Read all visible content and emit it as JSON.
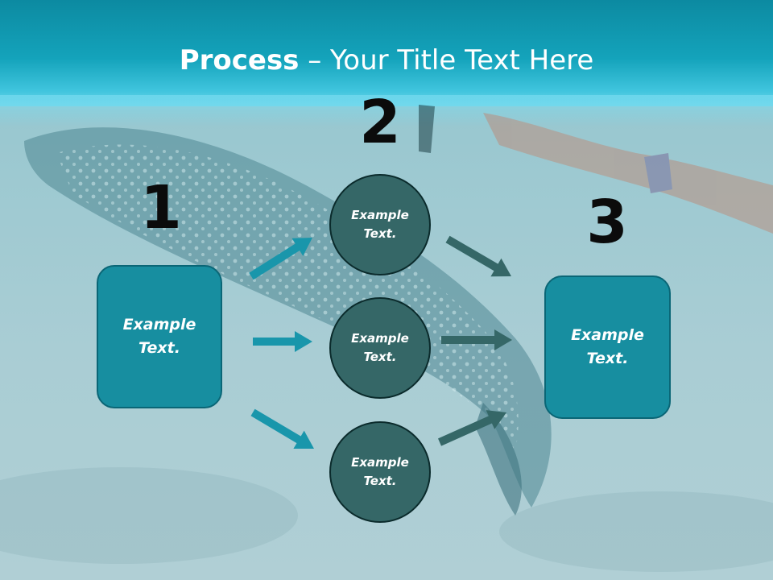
{
  "slide": {
    "title_bold": "Process",
    "title_rest": " – Your Title Text Here"
  },
  "steps": [
    {
      "number": "1",
      "text": "Example\nText."
    },
    {
      "number": "2",
      "items": [
        "Example\nText.",
        "Example\nText.",
        "Example\nText."
      ]
    },
    {
      "number": "3",
      "text": "Example\nText."
    }
  ],
  "colors": {
    "box_fill": "#178ea0",
    "circle_fill": "#356767",
    "arrow_left": "#1996ab",
    "arrow_right": "#356767",
    "header_band": "#14a3bb"
  }
}
